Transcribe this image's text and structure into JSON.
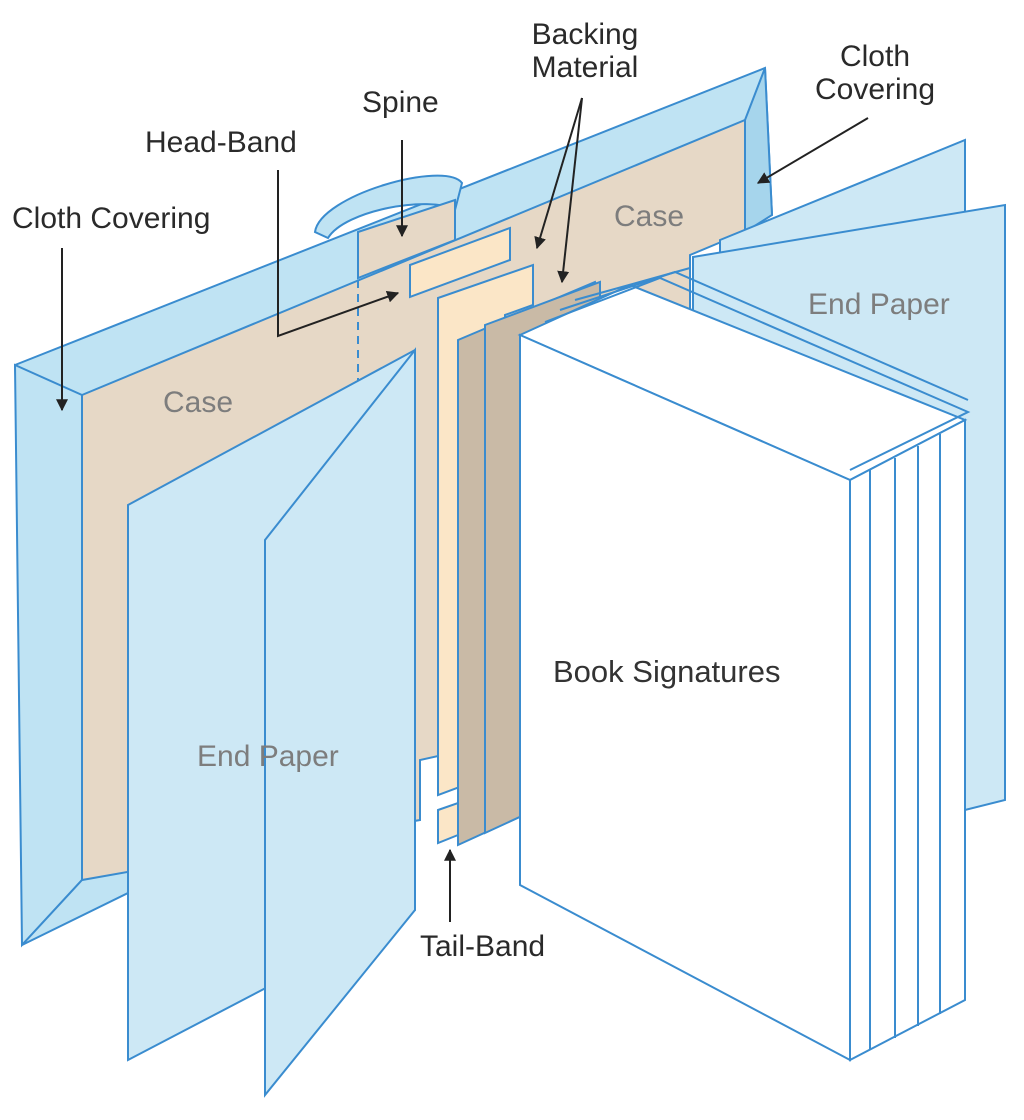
{
  "colors": {
    "cloth": "#bfe3f3",
    "cloth_edge": "#a6d5ec",
    "outline": "#3a8ccf",
    "case": "#e6d8c6",
    "backing": "#c9baa6",
    "headband": "#fbe6c7",
    "end_paper": "#cde8f5",
    "signature": "#ffffff"
  },
  "labels": {
    "backing_material": "Backing\nMaterial",
    "cloth_covering_right": "Cloth\nCovering",
    "spine": "Spine",
    "head_band": "Head-Band",
    "cloth_covering_left": "Cloth Covering",
    "case_right": "Case",
    "case_left": "Case",
    "end_paper_right": "End Paper",
    "end_paper_left": "End Paper",
    "book_signatures": "Book Signatures",
    "tail_band": "Tail-Band"
  }
}
